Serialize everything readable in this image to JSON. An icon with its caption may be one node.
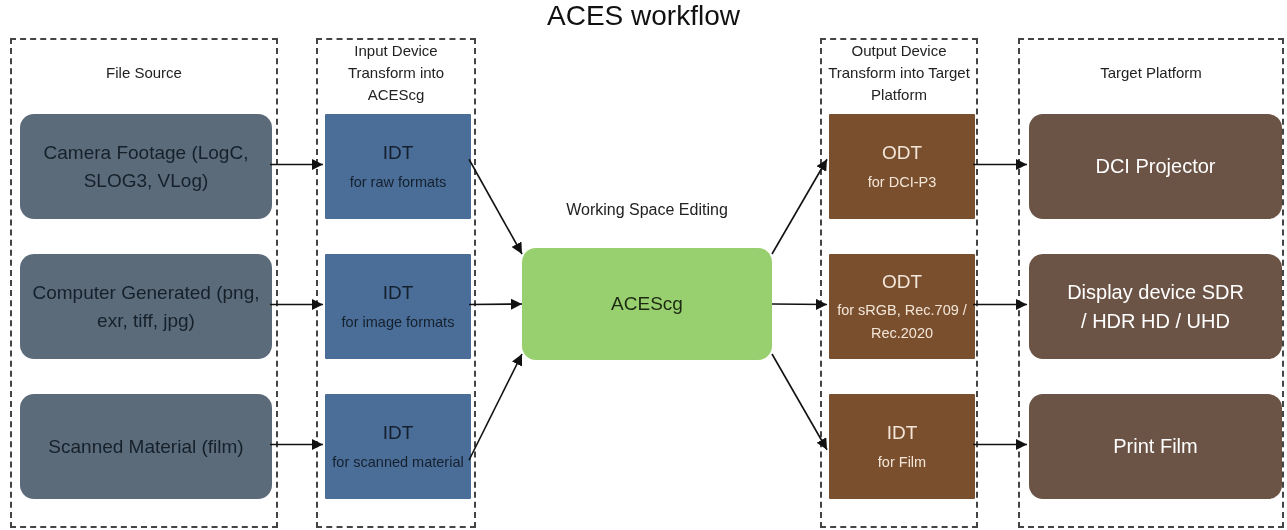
{
  "diagram": {
    "title": "ACES workflow",
    "nodes": [
      {
        "text": [
          "File Source"
        ]
      },
      {
        "text": [
          "Camera Footage (LogC, SLOG3, VLog)"
        ],
        "in": 0
      },
      {
        "text": [
          "Computer Generated (png, exr, tiff, jpg)"
        ],
        "in": 0
      },
      {
        "text": [
          "Scanned Material (film)"
        ],
        "in": 0
      },
      {
        "text": [
          "Input Device Transform into ACEScg"
        ]
      },
      {
        "text": [
          "IDT",
          "for raw formats"
        ],
        "in": 4
      },
      {
        "text": [
          "IDT",
          "for image formats"
        ],
        "in": 4
      },
      {
        "text": [
          "IDT",
          "for scanned material"
        ],
        "in": 4
      },
      {
        "text": [
          "Working Space Editing",
          "ACEScg"
        ]
      },
      {
        "text": [
          "Output Device Transform into Target Platform"
        ]
      },
      {
        "text": [
          "ODT",
          "for DCI-P3"
        ],
        "in": 9
      },
      {
        "text": [
          "ODT",
          "for sRGB, Rec.709 / Rec.2020"
        ],
        "in": 9
      },
      {
        "text": [
          "IDT",
          "for Film"
        ],
        "in": 9
      },
      {
        "text": [
          "Target Platform"
        ]
      },
      {
        "text": [
          "DCI Projector"
        ],
        "in": 13
      },
      {
        "text": [
          "Display device SDR / HDR HD / UHD"
        ],
        "in": 13
      },
      {
        "text": [
          "Print Film"
        ],
        "in": 13
      }
    ],
    "edges": [
      {
        "from": 1,
        "to": 5,
        "arrow": "to"
      },
      {
        "from": 2,
        "to": 6,
        "arrow": "to"
      },
      {
        "from": 3,
        "to": 7,
        "arrow": "to"
      },
      {
        "from": 5,
        "to": 8,
        "arrow": "to"
      },
      {
        "from": 6,
        "to": 8,
        "arrow": "to"
      },
      {
        "from": 7,
        "to": 8,
        "arrow": "to"
      },
      {
        "from": 8,
        "to": 10,
        "arrow": "to"
      },
      {
        "from": 8,
        "to": 11,
        "arrow": "to"
      },
      {
        "from": 8,
        "to": 12,
        "arrow": "to"
      },
      {
        "from": 10,
        "to": 14,
        "arrow": "to"
      },
      {
        "from": 11,
        "to": 15,
        "arrow": "to"
      },
      {
        "from": 12,
        "to": 16,
        "arrow": "to"
      }
    ]
  }
}
